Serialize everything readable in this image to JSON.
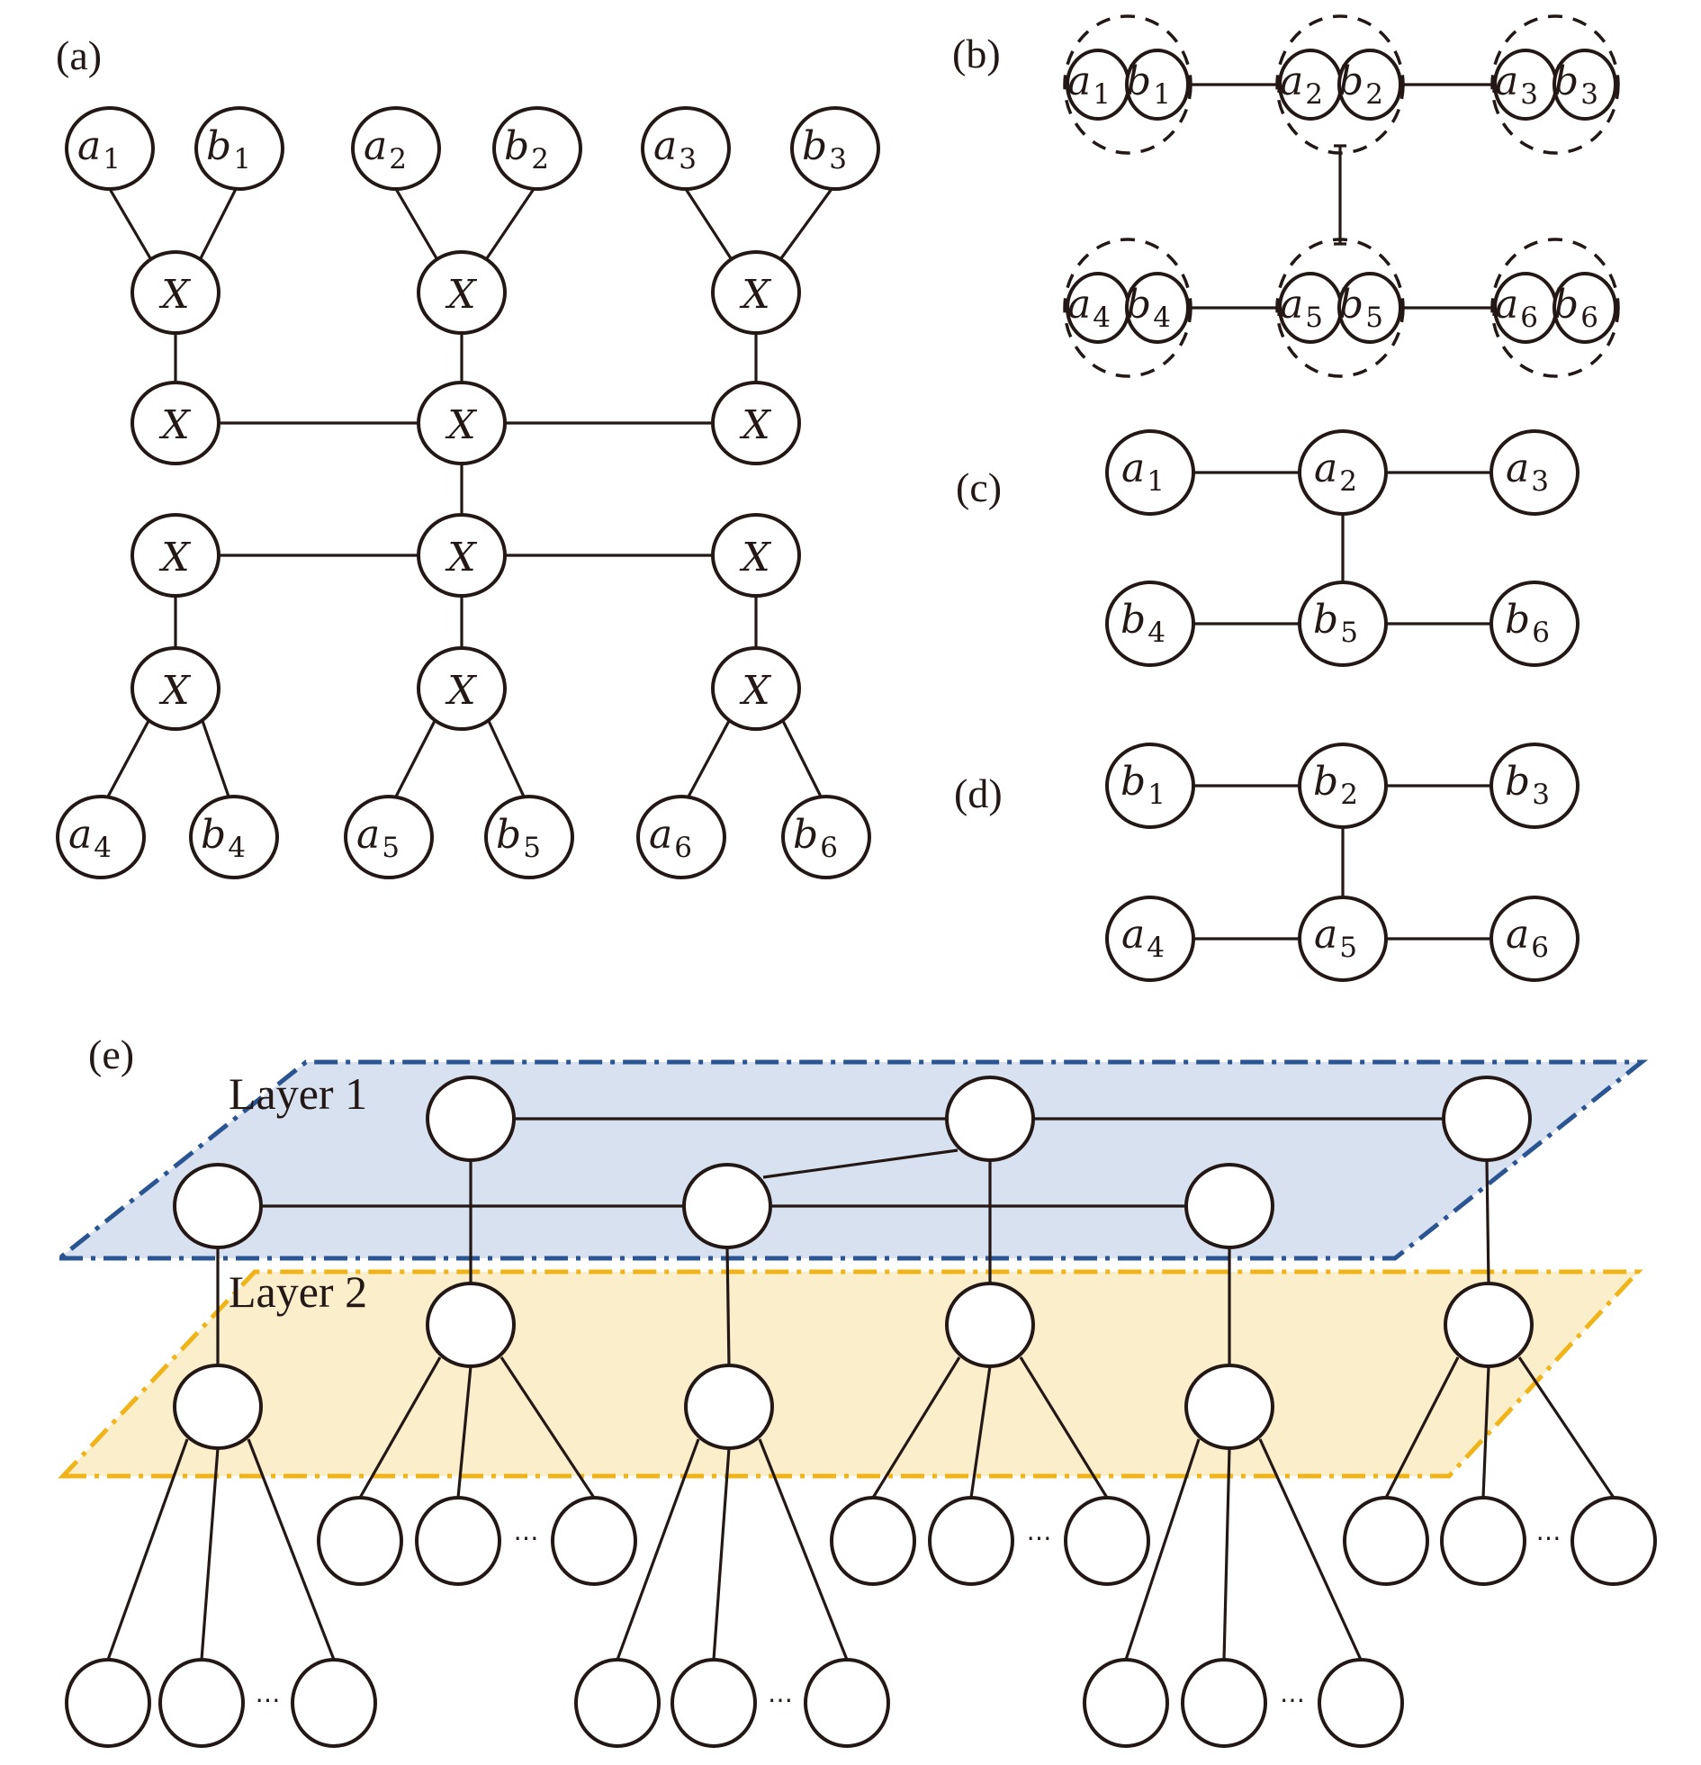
{
  "panels": {
    "a": {
      "label": "(a)"
    },
    "b": {
      "label": "(b)"
    },
    "c": {
      "label": "(c)"
    },
    "d": {
      "label": "(d)"
    },
    "e": {
      "label": "(e)"
    }
  },
  "panel_a": {
    "top_pairs": [
      {
        "a": {
          "base": "a",
          "sub": "1"
        },
        "b": {
          "base": "b",
          "sub": "1"
        }
      },
      {
        "a": {
          "base": "a",
          "sub": "2"
        },
        "b": {
          "base": "b",
          "sub": "2"
        }
      },
      {
        "a": {
          "base": "a",
          "sub": "3"
        },
        "b": {
          "base": "b",
          "sub": "3"
        }
      }
    ],
    "bottom_pairs": [
      {
        "a": {
          "base": "a",
          "sub": "4"
        },
        "b": {
          "base": "b",
          "sub": "4"
        }
      },
      {
        "a": {
          "base": "a",
          "sub": "5"
        },
        "b": {
          "base": "b",
          "sub": "5"
        }
      },
      {
        "a": {
          "base": "a",
          "sub": "6"
        },
        "b": {
          "base": "b",
          "sub": "6"
        }
      }
    ],
    "x_node_label": "X"
  },
  "panel_b": {
    "groups": [
      {
        "a": {
          "base": "a",
          "sub": "1"
        },
        "b": {
          "base": "b",
          "sub": "1"
        }
      },
      {
        "a": {
          "base": "a",
          "sub": "2"
        },
        "b": {
          "base": "b",
          "sub": "2"
        }
      },
      {
        "a": {
          "base": "a",
          "sub": "3"
        },
        "b": {
          "base": "b",
          "sub": "3"
        }
      },
      {
        "a": {
          "base": "a",
          "sub": "4"
        },
        "b": {
          "base": "b",
          "sub": "4"
        }
      },
      {
        "a": {
          "base": "a",
          "sub": "5"
        },
        "b": {
          "base": "b",
          "sub": "5"
        }
      },
      {
        "a": {
          "base": "a",
          "sub": "6"
        },
        "b": {
          "base": "b",
          "sub": "6"
        }
      }
    ]
  },
  "panel_c": {
    "nodes": [
      {
        "base": "a",
        "sub": "1"
      },
      {
        "base": "a",
        "sub": "2"
      },
      {
        "base": "a",
        "sub": "3"
      },
      {
        "base": "b",
        "sub": "4"
      },
      {
        "base": "b",
        "sub": "5"
      },
      {
        "base": "b",
        "sub": "6"
      }
    ]
  },
  "panel_d": {
    "nodes": [
      {
        "base": "b",
        "sub": "1"
      },
      {
        "base": "b",
        "sub": "2"
      },
      {
        "base": "b",
        "sub": "3"
      },
      {
        "base": "a",
        "sub": "4"
      },
      {
        "base": "a",
        "sub": "5"
      },
      {
        "base": "a",
        "sub": "6"
      }
    ]
  },
  "panel_e": {
    "layer1_label": "Layer 1",
    "layer2_label": "Layer 2",
    "layer1_color": "#2b5592",
    "layer1_fill": "#d7e1f0",
    "layer2_color": "#f0b418",
    "layer2_fill": "#fbeecb",
    "ellipsis": "⋯"
  }
}
